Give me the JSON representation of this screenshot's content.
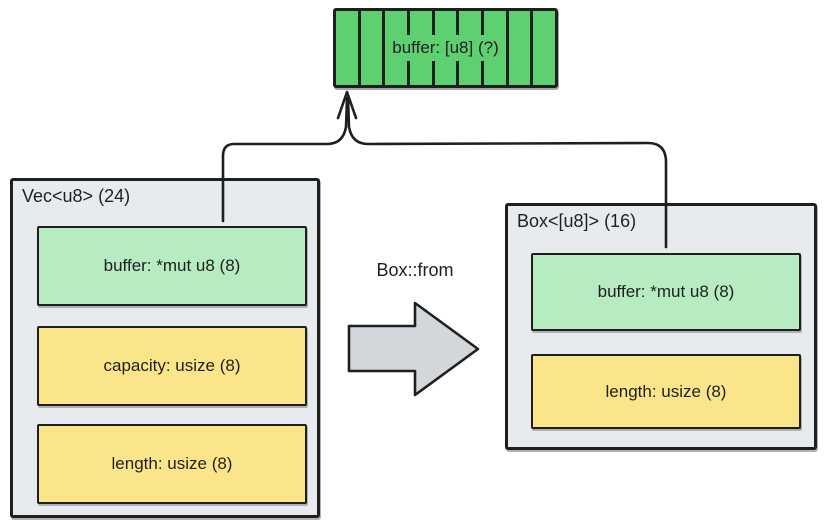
{
  "heap": {
    "label": "buffer: [u8] (?)",
    "cells": 9
  },
  "vec_struct": {
    "title": "Vec<u8> (24)",
    "fields": [
      {
        "label": "buffer: *mut u8 (8)",
        "kind": "pointer"
      },
      {
        "label": "capacity: usize (8)",
        "kind": "value"
      },
      {
        "label": "length: usize (8)",
        "kind": "value"
      }
    ]
  },
  "box_struct": {
    "title": "Box<[u8]> (16)",
    "fields": [
      {
        "label": "buffer: *mut u8 (8)",
        "kind": "pointer"
      },
      {
        "label": "length: usize (8)",
        "kind": "value"
      }
    ]
  },
  "transform": {
    "label": "Box::from"
  },
  "colors": {
    "heap-green": "#5fd071",
    "field-green": "#b7ebc1",
    "field-yellow": "#fbe58a",
    "struct-bg": "#e8ebee",
    "arrow-fill": "#d3d7dc",
    "ink": "#1f1f1f"
  }
}
